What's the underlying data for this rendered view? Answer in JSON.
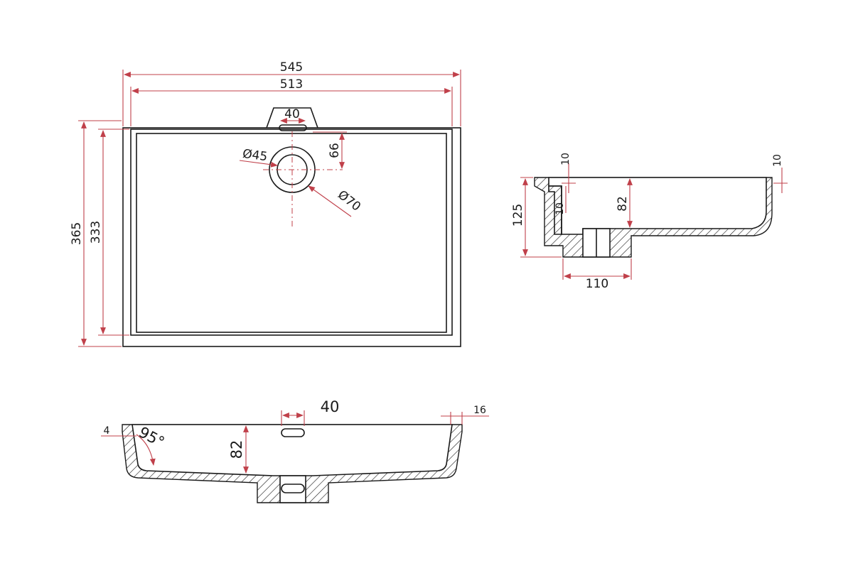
{
  "top_view": {
    "overall_width": "545",
    "inner_width": "513",
    "overflow_width": "40",
    "drain_offset": "66",
    "drain_diameter": "Ø45",
    "drain_outer_diameter": "Ø70",
    "overall_depth": "365",
    "inner_depth": "333"
  },
  "side_view": {
    "rim_left": "10",
    "rim_right": "10",
    "wall_thickness": "10",
    "basin_depth": "82",
    "overall_height": "125",
    "drain_width": "110"
  },
  "front_view": {
    "overflow_width": "40",
    "edge_right": "16",
    "edge_left": "4",
    "angle": "95°",
    "basin_depth": "82"
  },
  "colors": {
    "outline": "#1a1a1a",
    "dimension": "#c0404a",
    "background": "#ffffff"
  }
}
